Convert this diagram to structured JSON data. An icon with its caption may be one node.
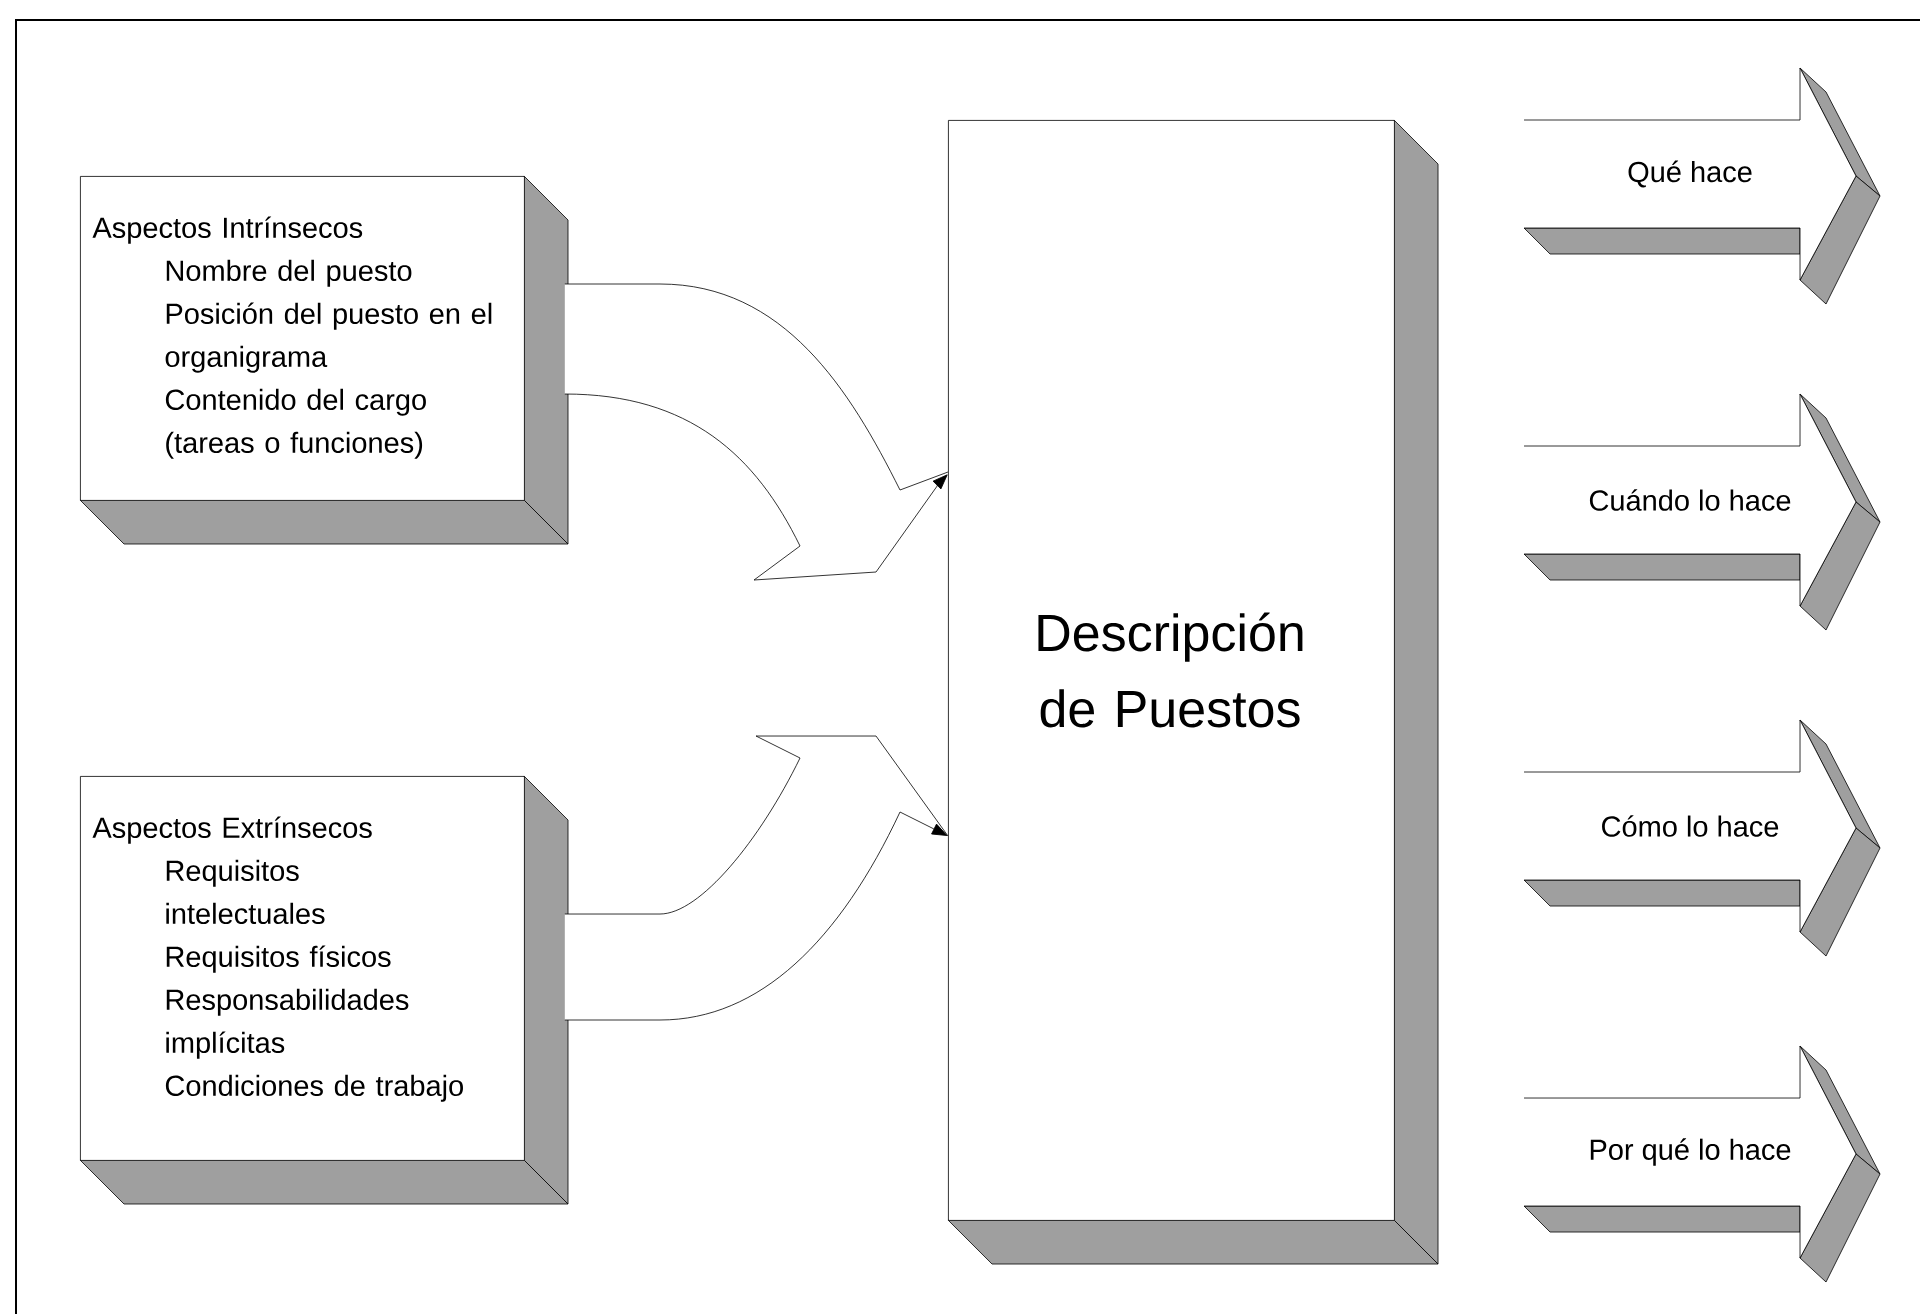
{
  "diagram": {
    "nodes": [
      {
        "text": [
          "Aspectos Intrínsecos",
          "Nombre del puesto",
          "Posición del puesto en el organigrama",
          "Contenido del cargo (tareas o funciones)"
        ]
      },
      {
        "text": [
          "Aspectos Extrínsecos",
          "Requisitos intelectuales",
          "Requisitos físicos",
          "Responsabilidades implícitas",
          "Condiciones de trabajo"
        ]
      },
      {
        "text": [
          "Descripción de Puestos"
        ]
      },
      {
        "text": [
          "Qué hace"
        ]
      },
      {
        "text": [
          "Cuándo lo hace"
        ]
      },
      {
        "text": [
          "Cómo lo hace"
        ]
      },
      {
        "text": [
          "Por qué lo hace"
        ]
      }
    ],
    "edges": [
      {
        "from": 0,
        "to": 2,
        "arrow": "to"
      },
      {
        "from": 1,
        "to": 2,
        "arrow": "to"
      }
    ]
  }
}
